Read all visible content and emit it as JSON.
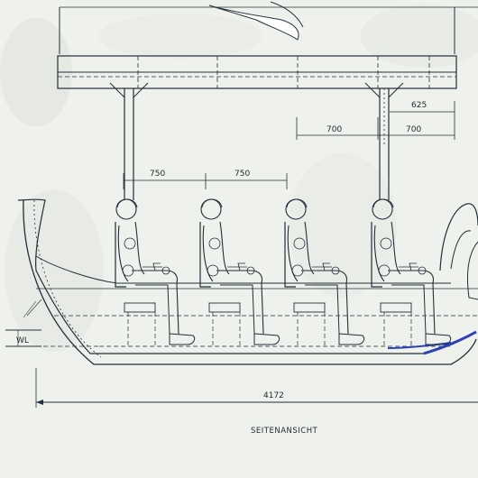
{
  "drawing": {
    "dimensions": {
      "seat_pitch_1": "750",
      "seat_pitch_2": "750",
      "canopy_span_a": "700",
      "canopy_span_b": "700",
      "canopy_overhang": "625",
      "overall_length": "4172"
    },
    "waterline_label": "WL",
    "caption": "SEITENANSICHT",
    "seat_count": 4,
    "colors": {
      "paper": "#eef1ec",
      "ink": "#20303a",
      "water_accent": "#2a3fb8"
    }
  }
}
